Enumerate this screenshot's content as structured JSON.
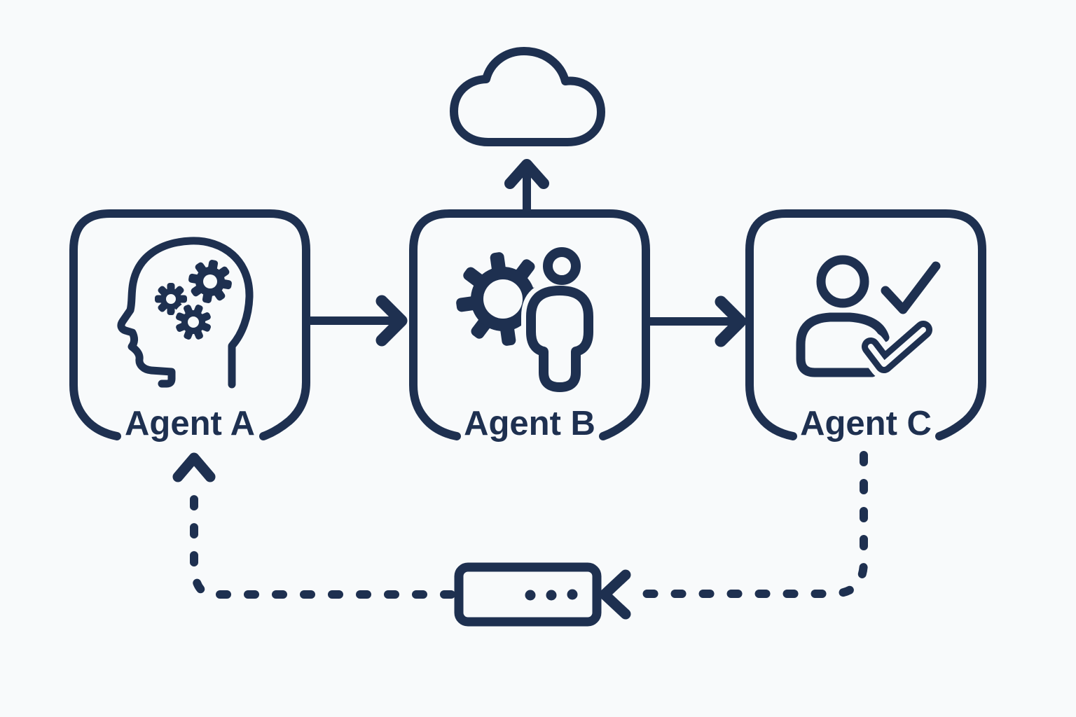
{
  "diagram": {
    "type": "flow-diagram",
    "colors": {
      "ink": "#1e3050",
      "background": "#f8fafb"
    },
    "nodes": [
      {
        "id": "agent-a",
        "label": "Agent A",
        "icon": "head-with-gears-icon"
      },
      {
        "id": "agent-b",
        "label": "Agent B",
        "icon": "gear-with-person-icon"
      },
      {
        "id": "agent-c",
        "label": "Agent C",
        "icon": "person-with-checkmarks-icon"
      }
    ],
    "peripherals": [
      {
        "id": "cloud",
        "icon": "cloud-icon"
      },
      {
        "id": "ellipsis-box",
        "icon": "three-dots-icon",
        "dots_count": 3
      }
    ],
    "connections": [
      {
        "from": "agent-a",
        "to": "agent-b",
        "style": "solid-arrow"
      },
      {
        "from": "agent-b",
        "to": "agent-c",
        "style": "solid-arrow"
      },
      {
        "from": "agent-b",
        "to": "cloud",
        "style": "solid-arrow"
      },
      {
        "from": "agent-c",
        "to": "ellipsis-box",
        "style": "dashed-arrow"
      },
      {
        "from": "ellipsis-box",
        "to": "agent-a",
        "style": "dashed-arrow"
      }
    ]
  }
}
